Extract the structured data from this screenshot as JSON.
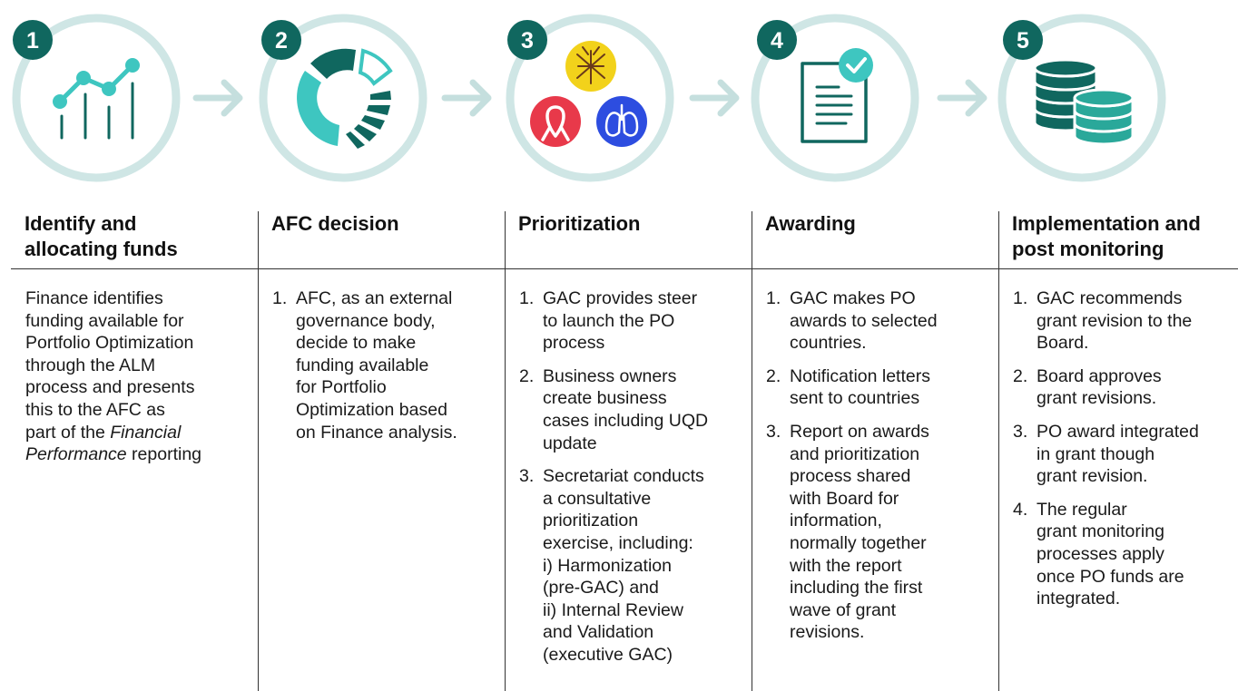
{
  "colors": {
    "teal_dark": "#10675f",
    "teal_mid": "#2aa89a",
    "teal_light": "#3ec6c0",
    "ring": "#cfe6e5",
    "arrow": "#c5dfde",
    "yellow": "#f2d21b",
    "red": "#e8394a",
    "blue": "#2d4de0"
  },
  "steps": [
    {
      "number": "1",
      "icon": "line-chart-icon",
      "title_lines": [
        "Identify and",
        "allocating funds"
      ],
      "body_lines": [
        "Finance identifies",
        "funding available for",
        "Portfolio Optimization",
        "through the ALM",
        "process and presents",
        "this to the AFC as",
        "part of the ",
        "Financial",
        "Performance",
        " reporting"
      ]
    },
    {
      "number": "2",
      "icon": "donut-chart-icon",
      "title_lines": [
        "AFC decision"
      ],
      "items": [
        {
          "num": "1.",
          "lines": [
            "AFC, as an external",
            "governance body,",
            "decide to make",
            "funding available",
            "for Portfolio",
            "Optimization based",
            "on Finance analysis."
          ]
        }
      ]
    },
    {
      "number": "3",
      "icon": "diseases-icon",
      "title_lines": [
        "Prioritization"
      ],
      "items": [
        {
          "num": "1.",
          "lines": [
            "GAC provides steer",
            "to launch the PO",
            "process"
          ]
        },
        {
          "num": "2.",
          "lines": [
            "Business owners",
            "create business",
            "cases including UQD",
            "update"
          ]
        },
        {
          "num": "3.",
          "lines": [
            "Secretariat conducts",
            "a consultative",
            "prioritization",
            "exercise, including:",
            "i) Harmonization",
            "(pre-GAC) and",
            "ii) Internal Review",
            "and Validation",
            "(executive GAC)"
          ]
        }
      ]
    },
    {
      "number": "4",
      "icon": "document-check-icon",
      "title_lines": [
        "Awarding"
      ],
      "items": [
        {
          "num": "1.",
          "lines": [
            "GAC makes PO",
            "awards to selected",
            "countries."
          ]
        },
        {
          "num": "2.",
          "lines": [
            "Notification letters",
            "sent to countries"
          ]
        },
        {
          "num": "3.",
          "lines": [
            "Report on awards",
            "and prioritization",
            "process shared",
            "with Board for",
            "information,",
            "normally together",
            "with the report",
            "including the first",
            "wave of grant",
            "revisions."
          ]
        }
      ]
    },
    {
      "number": "5",
      "icon": "coin-stacks-icon",
      "title_lines": [
        "Implementation and",
        "post monitoring"
      ],
      "items": [
        {
          "num": "1.",
          "lines": [
            "GAC recommends",
            "grant revision to the",
            "Board."
          ]
        },
        {
          "num": "2.",
          "lines": [
            "Board approves",
            "grant revisions."
          ]
        },
        {
          "num": "3.",
          "lines": [
            "PO award integrated",
            "in grant though",
            "grant revision."
          ]
        },
        {
          "num": "4.",
          "lines": [
            "The regular",
            "grant monitoring",
            "processes apply",
            "once PO funds are",
            "integrated."
          ]
        }
      ]
    }
  ]
}
